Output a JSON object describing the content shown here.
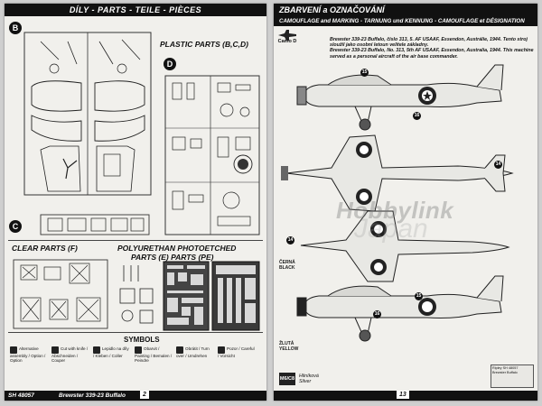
{
  "left_page": {
    "header": "DÍLY  -  PARTS  -  TEILE  -  PIÈCES",
    "sections": {
      "b": "B",
      "c": "C",
      "d": "D",
      "plastic": "PLASTIC PARTS (B,C,D)",
      "clear": "CLEAR PARTS (F)",
      "resin": "POLYURETHAN PHOTOETCHED",
      "resin_parts": "PARTS (E)     PARTS (PE)"
    },
    "symbols": {
      "title": "SYMBOLS",
      "items": [
        {
          "icon": "optional-icon",
          "text": "Alternative assembly / Option / Option"
        },
        {
          "icon": "cut-icon",
          "text": "Cut with knife / Abschneiden / Couper"
        },
        {
          "icon": "glue-icon",
          "text": "Lepidlo na díly / Kleben / Coller"
        },
        {
          "icon": "paint-icon",
          "text": "Obarvit / Painting / Bemalen / Peindre"
        },
        {
          "icon": "flip-icon",
          "text": "Obrátit / Turn over / Umdrehen"
        },
        {
          "icon": "hand-icon",
          "text": "Pozor / Careful / Vorsicht"
        }
      ]
    },
    "footer": {
      "code": "SH 48057",
      "title": "Brewster 339-23 Buffalo",
      "page": "2"
    }
  },
  "right_page": {
    "header": "ZBARVENÍ a OZNAČOVÁNÍ",
    "subheader": "CAMOUFLAGE and MARKING  -  TARNUNG und KENNUNG  -  CAMOUFLAGE et DÉSIGNATION",
    "camo_label": "Camo D",
    "info_lines": [
      "Brewster 339-23 Buffalo, číslo 313, 5. AF USAAF, Essendon, Austrálie, 1944. Tento stroj",
      "sloužil jako osobní letoun velitele základny.",
      "Brewster 339-23 Buffalo, No. 313, 5th AF USAAF, Essendon, Australia, 1944. This machine",
      "served as a personal aircraft of the air base commander."
    ],
    "labels": {
      "black": "ČERNÁ BLACK",
      "yellow": "ŽLUTÁ YELLOW"
    },
    "paint": {
      "code": "M6/C8",
      "name_cz": "Hliníková",
      "name_en": "Silver"
    },
    "callouts": [
      "15",
      "16",
      "14",
      "16",
      "14",
      "15"
    ],
    "page_number": "13",
    "corner_note": "Ripley SH 48057 Brewster Buffalo",
    "watermark": "Hobbylink",
    "watermark2": "Japan"
  }
}
